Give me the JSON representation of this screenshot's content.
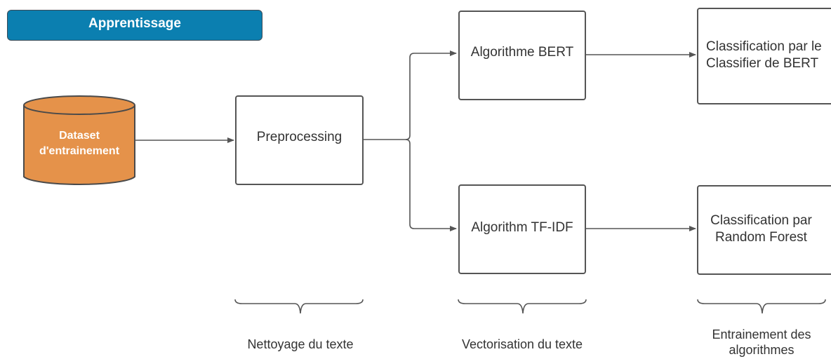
{
  "banner": {
    "title": "Apprentissage",
    "color": "#0b7fb0"
  },
  "dataset": {
    "line1": "Dataset",
    "line2": "d'entrainement",
    "color": "#e5924a"
  },
  "nodes": {
    "preprocessing": "Preprocessing",
    "bert": "Algorithme BERT",
    "tfidf": "Algorithm TF-IDF",
    "classif_bert_line1": "Classification par le",
    "classif_bert_line2": "Classifier de  BERT",
    "classif_rf_line1": "Classification par",
    "classif_rf_line2": "Random Forest"
  },
  "phases": {
    "cleaning": "Nettoyage du texte",
    "vectorisation": "Vectorisation du texte",
    "training_line1": "Entrainement des",
    "training_line2": "algorithmes"
  }
}
